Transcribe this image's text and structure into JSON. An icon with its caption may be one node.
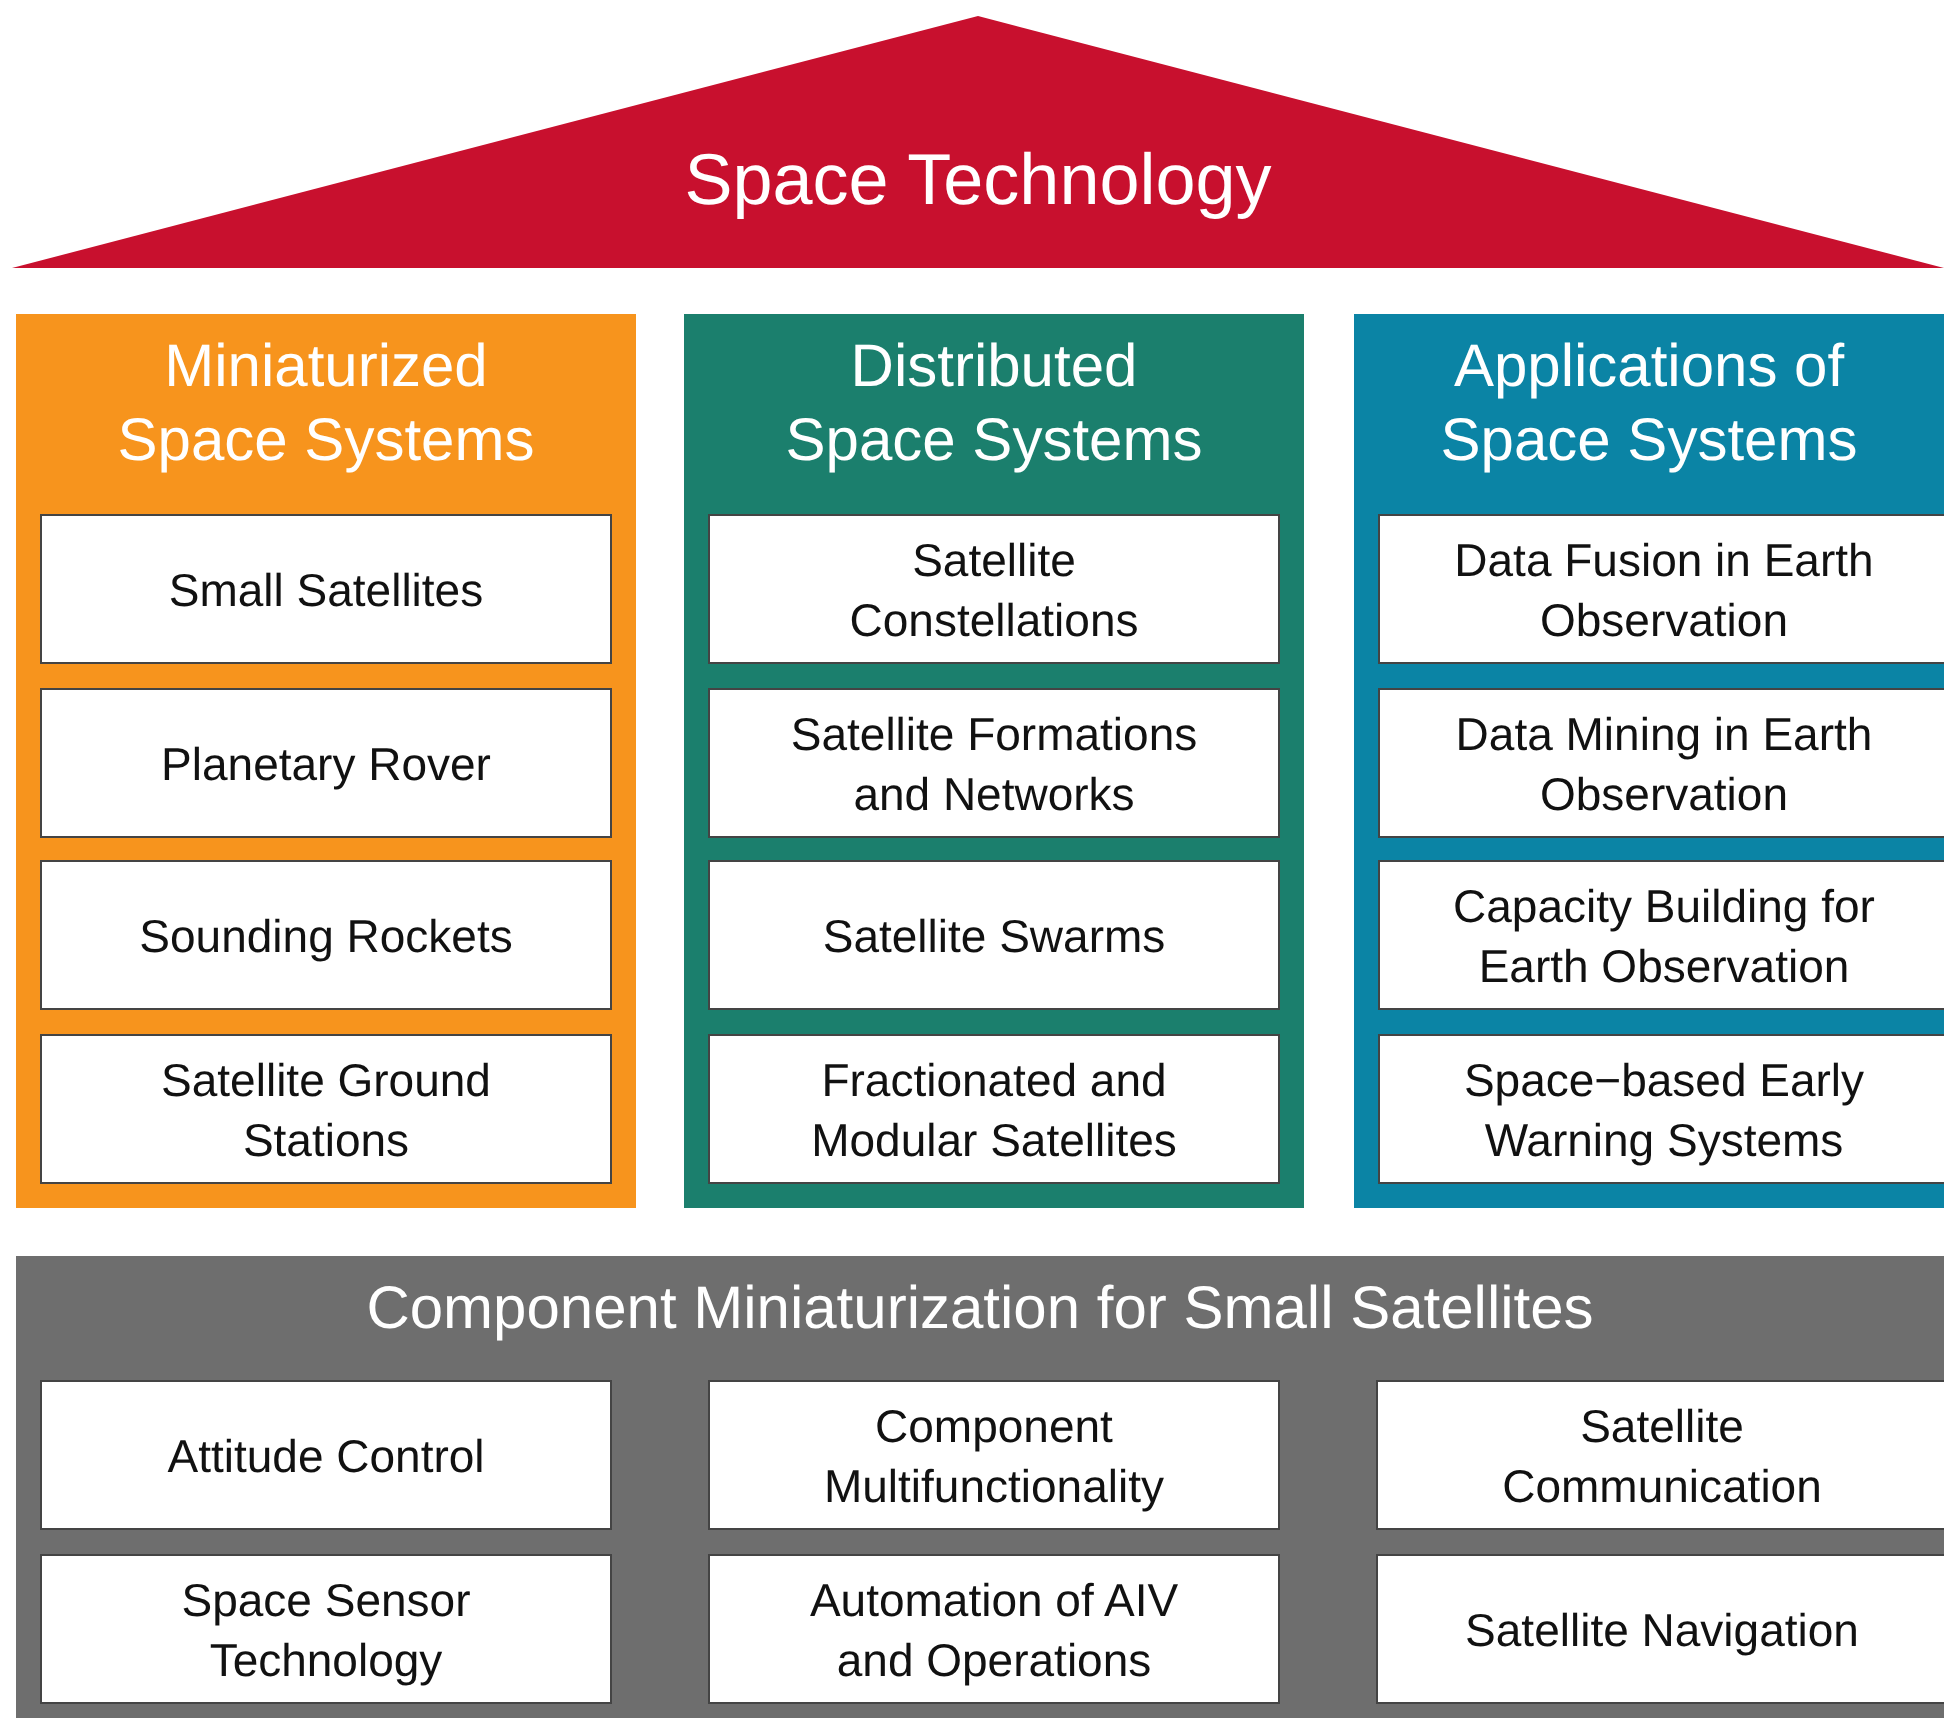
{
  "diagram": {
    "nodes": [
      {
        "text": [
          "Space Technology"
        ]
      },
      {
        "text": [
          "Miniaturized Space Systems"
        ]
      },
      {
        "text": [
          "Small Satellites"
        ],
        "in": 1
      },
      {
        "text": [
          "Planetary Rover"
        ],
        "in": 1
      },
      {
        "text": [
          "Sounding Rockets"
        ],
        "in": 1
      },
      {
        "text": [
          "Satellite Ground Stations"
        ],
        "in": 1
      },
      {
        "text": [
          "Distributed Space Systems"
        ]
      },
      {
        "text": [
          "Satellite Constellations"
        ],
        "in": 6
      },
      {
        "text": [
          "Satellite Formations and Networks"
        ],
        "in": 6
      },
      {
        "text": [
          "Satellite Swarms"
        ],
        "in": 6
      },
      {
        "text": [
          "Fractionated and Modular Satellites"
        ],
        "in": 6
      },
      {
        "text": [
          "Applications of Space Systems"
        ]
      },
      {
        "text": [
          "Data Fusion in Earth Observation"
        ],
        "in": 11
      },
      {
        "text": [
          "Data Mining in Earth Observation"
        ],
        "in": 11
      },
      {
        "text": [
          "Capacity Building for Earth Observation"
        ],
        "in": 11
      },
      {
        "text": [
          "Space−based Early Warning Systems"
        ],
        "in": 11
      },
      {
        "text": [
          "Component Miniaturization for Small Satellites"
        ]
      },
      {
        "text": [
          "Attitude Control"
        ],
        "in": 16
      },
      {
        "text": [
          "Component Multifunctionality"
        ],
        "in": 16
      },
      {
        "text": [
          "Satellite Communication"
        ],
        "in": 16
      },
      {
        "text": [
          "Space Sensor Technology"
        ],
        "in": 16
      },
      {
        "text": [
          "Automation of AIV and Operations"
        ],
        "in": 16
      },
      {
        "text": [
          "Satellite Navigation"
        ],
        "in": 16
      }
    ]
  }
}
